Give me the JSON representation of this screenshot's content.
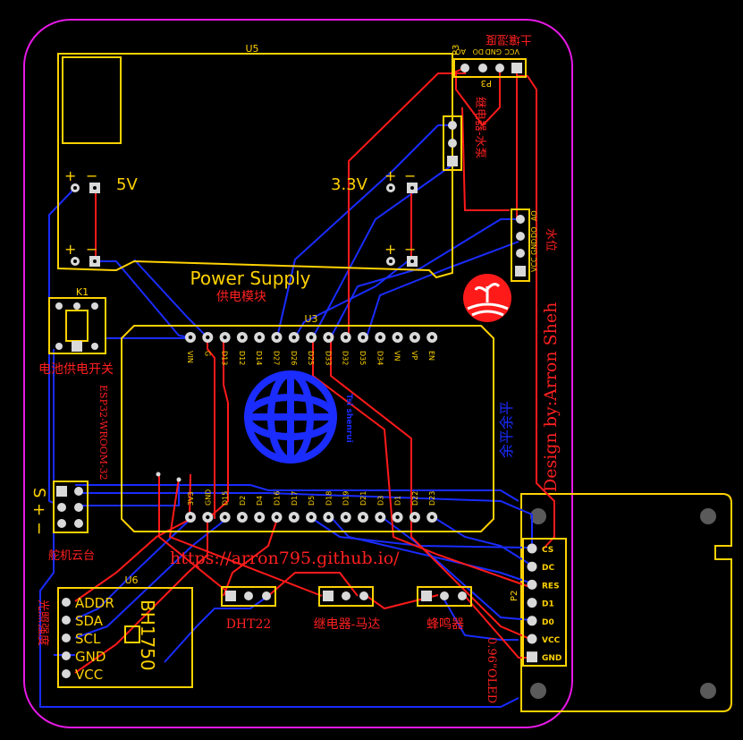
{
  "colors": {
    "board_outline": "#e619e6",
    "silkscreen": "#ffd200",
    "top_copper": "#ff1a1a",
    "bottom_copper": "#1a2cff",
    "pad": "#d9d9d9"
  },
  "board": {
    "u5_ref": "U5",
    "u5_title": "Power Supply",
    "u5_subtitle": "供电模块",
    "rail_5v": "5V",
    "rail_3v3": "3.3V",
    "plus": "+",
    "minus": "−",
    "k1_ref": "K1",
    "k1_label": "电池供电开关",
    "u3_ref": "U3",
    "u3_side_label": "ESP32-WROOM-32",
    "u3_top_pins": [
      "VIN",
      "G",
      "D13",
      "D12",
      "D14",
      "D27",
      "D26",
      "D25",
      "D33",
      "D32",
      "D35",
      "D34",
      "VN",
      "VP",
      "EN"
    ],
    "u3_bottom_pins": [
      "3V3",
      "GND",
      "D15",
      "D2",
      "D4",
      "D16",
      "D17",
      "D5",
      "D18",
      "D19",
      "D21",
      "D3",
      "D1",
      "D22",
      "D23"
    ],
    "servo_label": "舵机云台",
    "servo_pins": "S + −",
    "p3_ref": "P3",
    "p3_label": "土壤湿度",
    "p3_pins": [
      "VCC",
      "GND",
      "DO",
      "AO"
    ],
    "p3_ref_mirror": "P3",
    "relay_pump_label": "继电器-水泵",
    "water_level_label": "水位",
    "water_level_pins": [
      "VCC",
      "GND",
      "DO",
      "AO"
    ],
    "u6_ref": "U6",
    "u6_chip": "BH1750",
    "u6_pins": [
      "ADDR",
      "SDA",
      "SCL",
      "GND",
      "VCC"
    ],
    "u6_label": "光照强度",
    "dht_label": "DHT22",
    "relay_motor_label": "继电器-马达",
    "buzzer_label": "蜂鸣器",
    "oled_label": "0.96\"OLED",
    "p2_ref": "P2",
    "p2_pins": [
      "CS",
      "DC",
      "RES",
      "D1",
      "D0",
      "VCC",
      "GND"
    ],
    "url": "https://arron795.github.io/",
    "design_by": "Design by:Arron Sheh",
    "mirror_cn": "余平余平",
    "logo_text": "Tsi shenrui"
  }
}
